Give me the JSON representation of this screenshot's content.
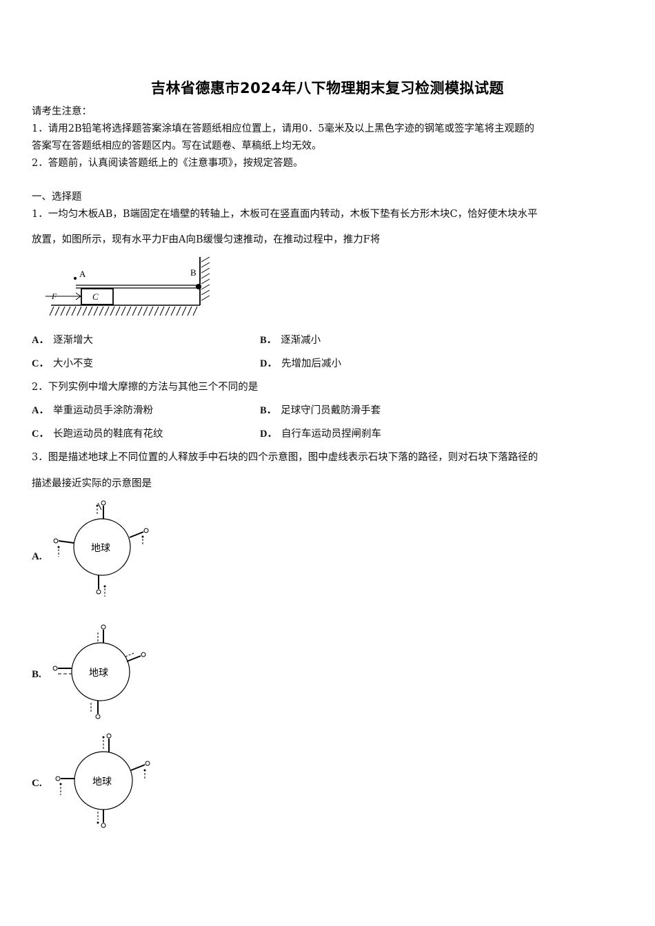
{
  "document": {
    "title": "吉林省德惠市2024年八下物理期末复习检测模拟试题",
    "notice": {
      "heading": "请考生注意：",
      "items": [
        "1．请用2B铅笔将选择题答案涂填在答题纸相应位置上，请用0．5毫米及以上黑色字迹的钢笔或签字笔将主观题的",
        "答案写在答题纸相应的答题区内。写在试题卷、草稿纸上均无效。",
        "2．答题前，认真阅读答题纸上的《注意事项》，按规定答题。"
      ]
    },
    "section": "一、选择题",
    "questions": [
      {
        "number": "1．",
        "lines": [
          "一均匀木板AB，B端固定在墙壁的转轴上，木板可在竖直面内转动，木板下垫有长方形木块C，恰好使木块水平",
          "放置，如图所示，现有水平力F由A向B缓慢匀速推动，在推动过程中，推力F将"
        ],
        "figure": {
          "labels": {
            "a": "A",
            "b": "B",
            "c": "C",
            "force": "F"
          }
        },
        "options": [
          {
            "label": "A．",
            "text": "逐渐增大"
          },
          {
            "label": "B．",
            "text": "逐渐减小"
          },
          {
            "label": "C．",
            "text": "大小不变"
          },
          {
            "label": "D．",
            "text": "先增加后减小"
          }
        ]
      },
      {
        "number": "2．",
        "lines": [
          "下列实例中增大摩擦的方法与其他三个不同的是"
        ],
        "options": [
          {
            "label": "A．",
            "text": "举重运动员手涂防滑粉"
          },
          {
            "label": "B．",
            "text": "足球守门员戴防滑手套"
          },
          {
            "label": "C．",
            "text": "长跑运动员的鞋底有花纹"
          },
          {
            "label": "D．",
            "text": "自行车运动员捏闸刹车"
          }
        ]
      },
      {
        "number": "3．",
        "lines": [
          "图是描述地球上不同位置的人释放手中石块的四个示意图，图中虚线表示石块下落的路径，则对石块下落路径的",
          "描述最接近实际的示意图是"
        ],
        "options": [
          {
            "label": "A.",
            "globe_text": "地球"
          },
          {
            "label": "B.",
            "globe_text": "地球"
          },
          {
            "label": "C.",
            "globe_text": "地球"
          }
        ]
      }
    ]
  }
}
